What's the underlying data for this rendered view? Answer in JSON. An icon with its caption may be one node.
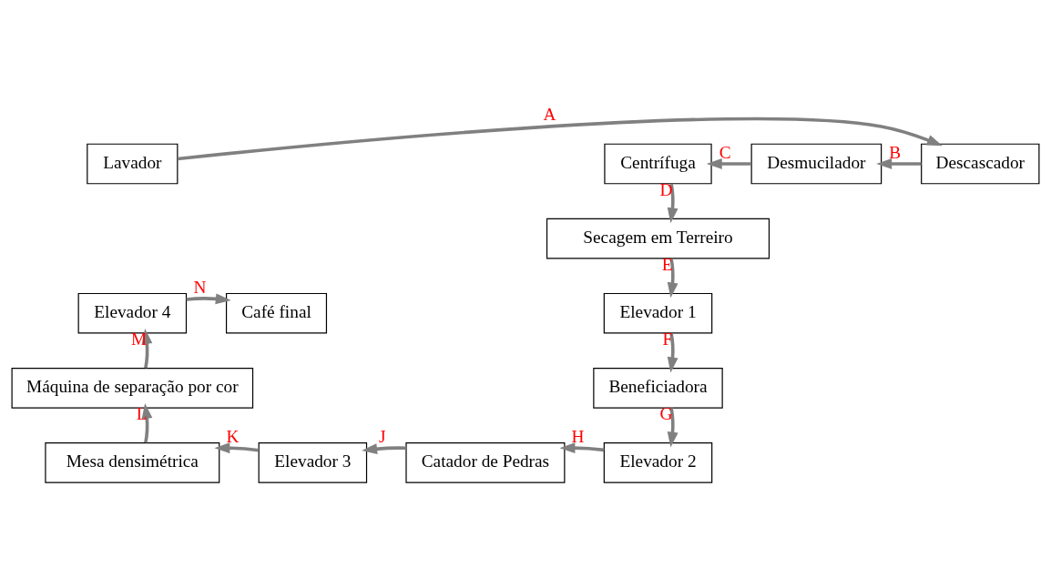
{
  "diagram": {
    "nodes": [
      {
        "text": [
          "Lavador"
        ]
      },
      {
        "text": [
          "Descascador"
        ]
      },
      {
        "text": [
          "Desmucilador"
        ]
      },
      {
        "text": [
          "Centrífuga"
        ]
      },
      {
        "text": [
          "Secagem em Terreiro"
        ]
      },
      {
        "text": [
          "Elevador 1"
        ]
      },
      {
        "text": [
          "Beneficiadora"
        ]
      },
      {
        "text": [
          "Elevador 2"
        ]
      },
      {
        "text": [
          "Catador de Pedras"
        ]
      },
      {
        "text": [
          "Elevador 3"
        ]
      },
      {
        "text": [
          "Mesa densimétrica"
        ]
      },
      {
        "text": [
          "Máquina de separação por cor"
        ]
      },
      {
        "text": [
          "Elevador 4"
        ]
      },
      {
        "text": [
          "Café final"
        ]
      }
    ],
    "edges": [
      {
        "from": 0,
        "to": 1,
        "arrow": "to",
        "label": "A"
      },
      {
        "from": 1,
        "to": 2,
        "arrow": "to",
        "label": "B"
      },
      {
        "from": 2,
        "to": 3,
        "arrow": "to",
        "label": "C"
      },
      {
        "from": 3,
        "to": 4,
        "arrow": "to",
        "label": "D"
      },
      {
        "from": 4,
        "to": 5,
        "arrow": "to",
        "label": "E"
      },
      {
        "from": 5,
        "to": 6,
        "arrow": "to",
        "label": "F"
      },
      {
        "from": 6,
        "to": 7,
        "arrow": "to",
        "label": "G"
      },
      {
        "from": 7,
        "to": 8,
        "arrow": "to",
        "label": "H"
      },
      {
        "from": 8,
        "to": 9,
        "arrow": "to",
        "label": "J"
      },
      {
        "from": 9,
        "to": 10,
        "arrow": "to",
        "label": "K"
      },
      {
        "from": 10,
        "to": 11,
        "arrow": "to",
        "label": "L"
      },
      {
        "from": 11,
        "to": 12,
        "arrow": "to",
        "label": "M"
      },
      {
        "from": 12,
        "to": 13,
        "arrow": "to",
        "label": "N"
      }
    ]
  }
}
